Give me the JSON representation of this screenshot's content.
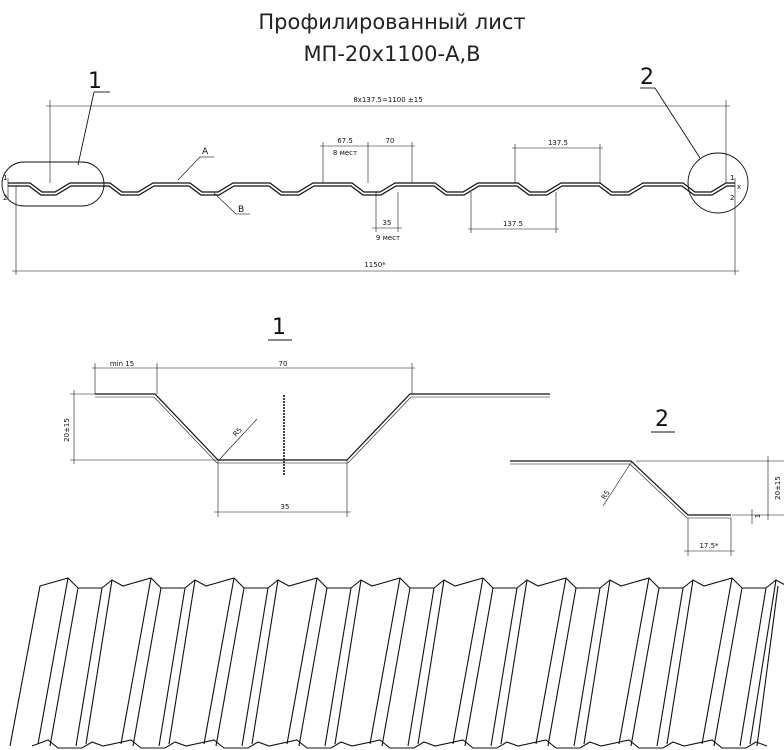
{
  "title_line1": "Профилированный лист",
  "title_line2": "МП-20х1100-А,В",
  "main_view": {
    "callout_1": "1",
    "callout_2": "2",
    "overall_top": "8х137.5=1100 ±15",
    "overall_bottom": "1150*",
    "dim_675": "67.5",
    "dim_675_note": "8 мест",
    "dim_70": "70",
    "dim_1375_top": "137.5",
    "dim_1375_bottom": "137.5",
    "dim_35": "35",
    "dim_35_note": "9 мест",
    "label_a": "A",
    "label_b": "B",
    "edge_1": "1",
    "edge_2": "2",
    "edge_x": "x"
  },
  "detail_1": {
    "label": "1",
    "min15": "min 15",
    "dim_70": "70",
    "height": "20±15",
    "radius": "R5",
    "dim_35": "35"
  },
  "detail_2": {
    "label": "2",
    "radius": "R5",
    "height": "20±15",
    "dim_175": "17.5*",
    "dim_1": "1"
  }
}
